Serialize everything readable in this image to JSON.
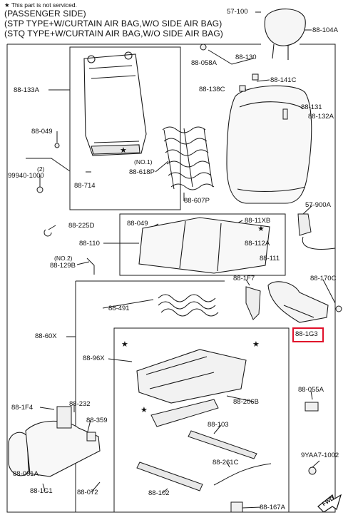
{
  "header": {
    "note": "★ This part is not serviced.",
    "lines": [
      "(PASSENGER SIDE)",
      "(STP TYPE+W/CURTAIN AIR BAG,W/O SIDE AIR BAG)",
      "(STQ TYPE+W/CURTAIN AIR BAG,W/O SIDE AIR BAG)"
    ]
  },
  "labels": {
    "l_57_100": "57-100",
    "l_88_104a": "88-104A",
    "l_88_130": "88-130",
    "l_88_058a": "88-058A",
    "l_88_133a": "88-133A",
    "l_88_141c": "88-141C",
    "l_88_138c": "88-138C",
    "l_88_131": "88-131",
    "l_88_132a": "88-132A",
    "l_88_049a": "88-049",
    "l_no1": "(NO.1)",
    "l_88_618p": "88-618P",
    "l_2": "(2)",
    "l_99940_1000": "99940-1000",
    "l_88_714": "88-714",
    "l_88_607p": "88-607P",
    "l_57_900a": "57-900A",
    "l_88_225d": "88-225D",
    "l_88_049b": "88-049",
    "l_88_11xb": "88-11XB",
    "l_88_110": "88-110",
    "l_88_112a": "88-112A",
    "l_no2": "(NO.2)",
    "l_88_129b": "88-129B",
    "l_88_111": "88-111",
    "l_88_1f7": "88-1F7",
    "l_88_170c": "88-170C",
    "l_88_491": "88-491",
    "l_88_60x": "88-60X",
    "l_88_1g3": "88-1G3",
    "l_88_96x": "88-96X",
    "l_88_206b": "88-206B",
    "l_88_055a": "88-055A",
    "l_88_1f4": "88-1F4",
    "l_88_232": "88-232",
    "l_88_359": "88-359",
    "l_88_103": "88-103",
    "l_88_081a": "88-081A",
    "l_88_261c": "88-261C",
    "l_9yaa7": "9YAA7-1002",
    "l_88_1g1": "88-1G1",
    "l_88_072": "88-072",
    "l_88_102": "88-102",
    "l_88_167a": "88-167A",
    "fwd": "FWD"
  },
  "colors": {
    "highlight": "#e0102a",
    "line": "#1a1a1a",
    "part_fill": "#f2f2f2"
  }
}
